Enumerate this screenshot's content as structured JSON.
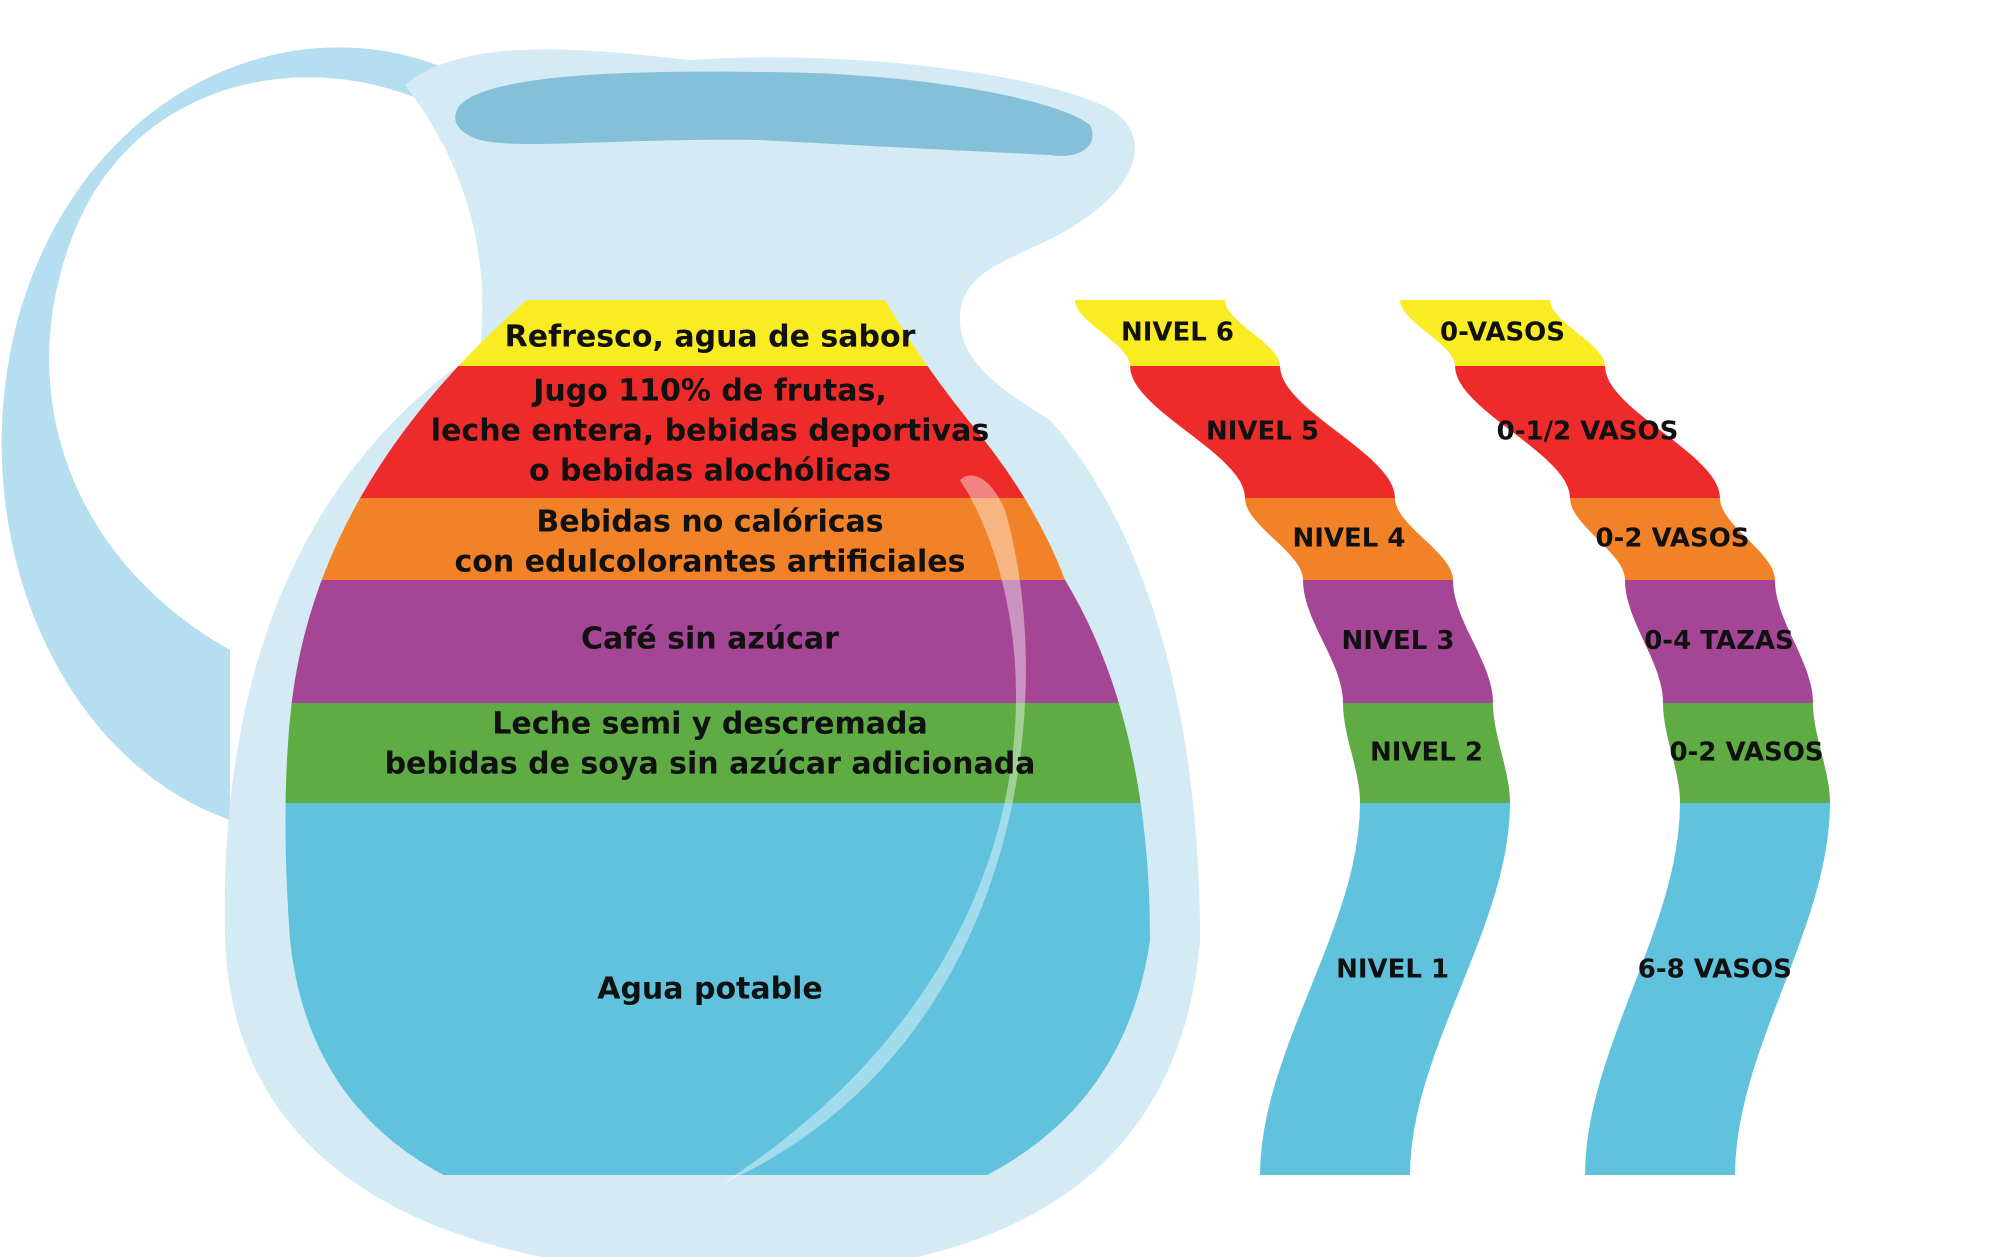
{
  "levels": [
    {
      "drink_lines": [
        "Agua potable"
      ],
      "level": "NIVEL 1",
      "amount": "6-8 VASOS",
      "color": "#60C2DC"
    },
    {
      "drink_lines": [
        "Leche semi y descremada",
        "bebidas de soya sin azúcar adicionada"
      ],
      "level": "NIVEL 2",
      "amount": "0-2 VASOS",
      "color": "#5FAC45"
    },
    {
      "drink_lines": [
        "Café sin azúcar"
      ],
      "level": "NIVEL 3",
      "amount": "0-4 TAZAS",
      "color": "#A44595"
    },
    {
      "drink_lines": [
        "Bebidas no calóricas",
        "con edulcolorantes artificiales"
      ],
      "level": "NIVEL 4",
      "amount": "0-2 VASOS",
      "color": "#F28227"
    },
    {
      "drink_lines": [
        "Jugo 110% de frutas,",
        "leche entera, bebidas deportivas",
        "o bebidas alochólicas"
      ],
      "level": "NIVEL 5",
      "amount": "0-1/2 VASOS",
      "color": "#ED2B2B"
    },
    {
      "drink_lines": [
        "Refresco, agua de sabor"
      ],
      "level": "NIVEL 6",
      "amount": "0-VASOS",
      "color": "#F9EC22"
    }
  ],
  "pitcher_colors": {
    "glass": "#D4EBF5",
    "handle": "#B5DEF0",
    "water_surface": "#85C0D9",
    "highlight": "#FFFFFF"
  }
}
